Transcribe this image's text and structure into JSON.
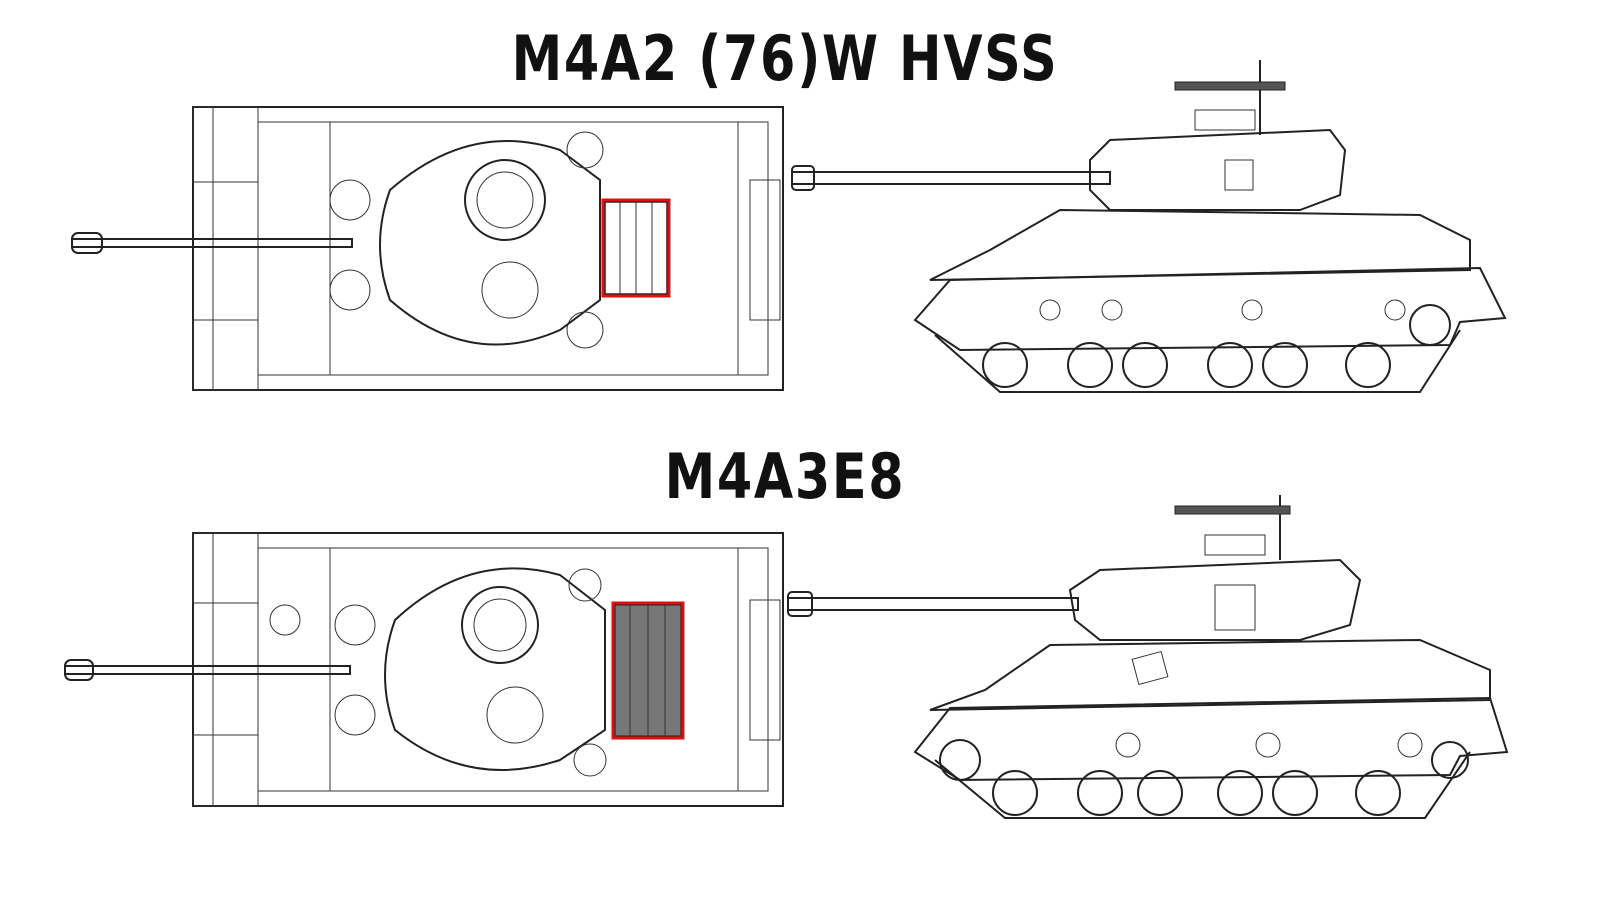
{
  "diagram": {
    "tanks": [
      {
        "title": "M4A2 (76)W HVSS",
        "views": [
          "top-view",
          "side-view"
        ],
        "highlight": "engine-deck-grille"
      },
      {
        "title": "M4A3E8",
        "views": [
          "top-view",
          "side-view"
        ],
        "highlight": "engine-deck-grille"
      }
    ],
    "colors": {
      "highlight": "#e01010",
      "line": "#222222",
      "background": "#ffffff"
    }
  }
}
